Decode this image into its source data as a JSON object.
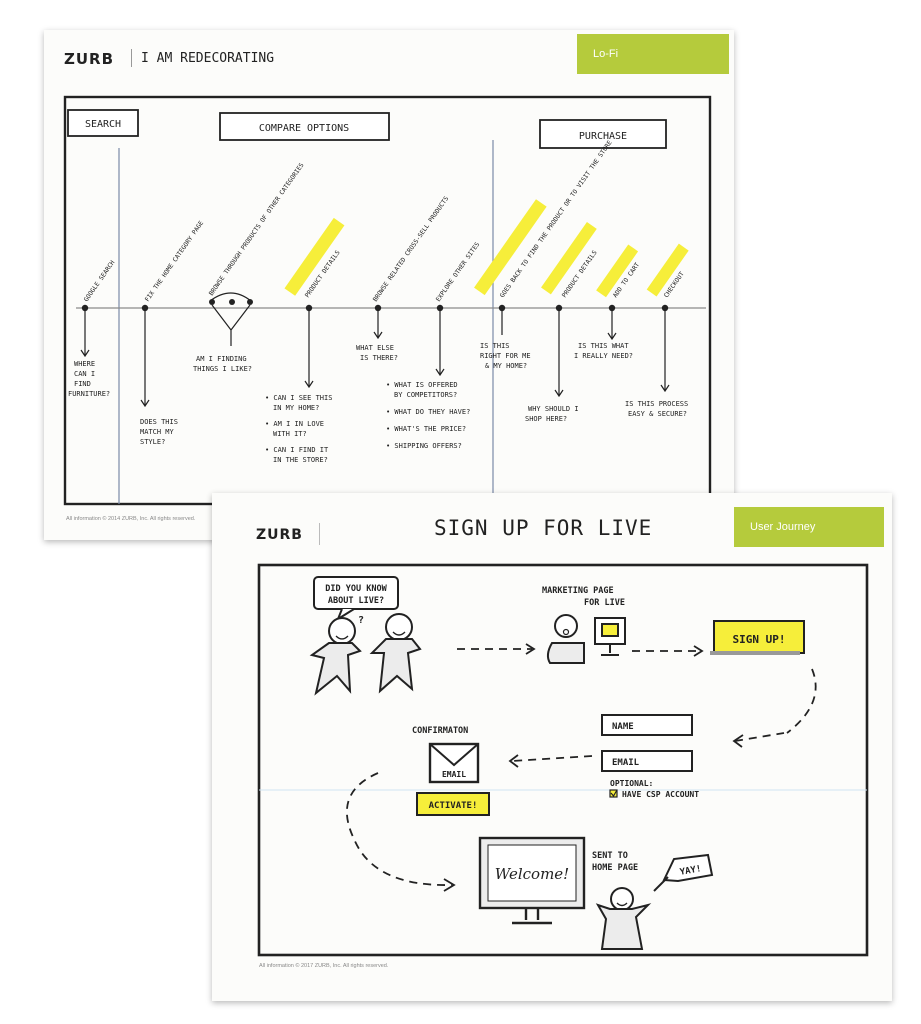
{
  "colors": {
    "tag": "#b5cb3c",
    "highlight": "#f6ee3a",
    "ink": "#222222"
  },
  "sheet1": {
    "logo": "ZURB",
    "title": "I AM REDECORATING",
    "tag": "Lo-Fi",
    "footer": "All information © 2014 ZURB, Inc.  All rights reserved.",
    "phases": {
      "search": "SEARCH",
      "compare": "COMPARE OPTIONS",
      "purchase": "PURCHASE"
    },
    "steps": {
      "google": "GOOGLE SEARCH",
      "home_cat": "FIX THE HOME CATEGORY PAGE",
      "browse": "BROWSE THROUGH PRODUCTS OF OTHER CATEGORIES",
      "details": "PRODUCT DETAILS",
      "related": "BROWSE RELATED CROSS-SELL PRODUCTS",
      "explore": "EXPLORE OTHER SITES",
      "goback": "GOES BACK TO FIND THE PRODUCT OR TO VISIT THE STORE",
      "details2": "PRODUCT DETAILS",
      "cart": "ADD TO CART",
      "checkout": "CHECKOUT"
    },
    "questions": {
      "where_1": "WHERE",
      "where_2": "CAN I",
      "where_3": "FIND",
      "where_4": "FURNITURE?",
      "match_1": "DOES THIS",
      "match_2": "MATCH MY",
      "match_3": "STYLE?",
      "finding_1": "AM I FINDING",
      "finding_2": "THINGS I LIKE?",
      "see_1": "• CAN I SEE THIS",
      "see_2": "IN MY HOME?",
      "love_1": "• AM I IN LOVE",
      "love_2": "WITH IT?",
      "store_1": "• CAN I FIND IT",
      "store_2": "IN THE STORE?",
      "else_1": "WHAT ELSE",
      "else_2": "IS THERE?",
      "offered_1": "• WHAT IS OFFERED",
      "offered_2": "BY COMPETITORS?",
      "have": "• WHAT DO THEY HAVE?",
      "price": "• WHAT'S THE PRICE?",
      "shipping": "• SHIPPING OFFERS?",
      "right_1": "IS THIS",
      "right_2": "RIGHT FOR ME",
      "right_3": "& MY HOME?",
      "shop_1": "WHY SHOULD I",
      "shop_2": "SHOP HERE?",
      "need_1": "IS THIS WHAT",
      "need_2": "I REALLY NEED?",
      "secure_1": "IS THIS PROCESS",
      "secure_2": "EASY & SECURE?"
    }
  },
  "sheet2": {
    "logo": "ZURB",
    "title": "SIGN UP FOR LIVE",
    "tag": "User Journey",
    "footer": "All information © 2017 ZURB, Inc.  All rights reserved.",
    "bubble_1": "DID YOU KNOW",
    "bubble_2": "ABOUT LIVE?",
    "bubble_q": "?",
    "marketing_1": "MARKETING PAGE",
    "marketing_2": "FOR LIVE",
    "signup": "SIGN UP!",
    "name_field": "NAME",
    "email_field": "EMAIL",
    "optional": "OPTIONAL:",
    "csp": "HAVE CSP ACCOUNT",
    "confirmation": "CONFIRMATON",
    "email_icon": "EMAIL",
    "activate": "ACTIVATE!",
    "welcome": "Welcome!",
    "sent_1": "SENT TO",
    "sent_2": "HOME PAGE",
    "yay": "YAY!"
  }
}
